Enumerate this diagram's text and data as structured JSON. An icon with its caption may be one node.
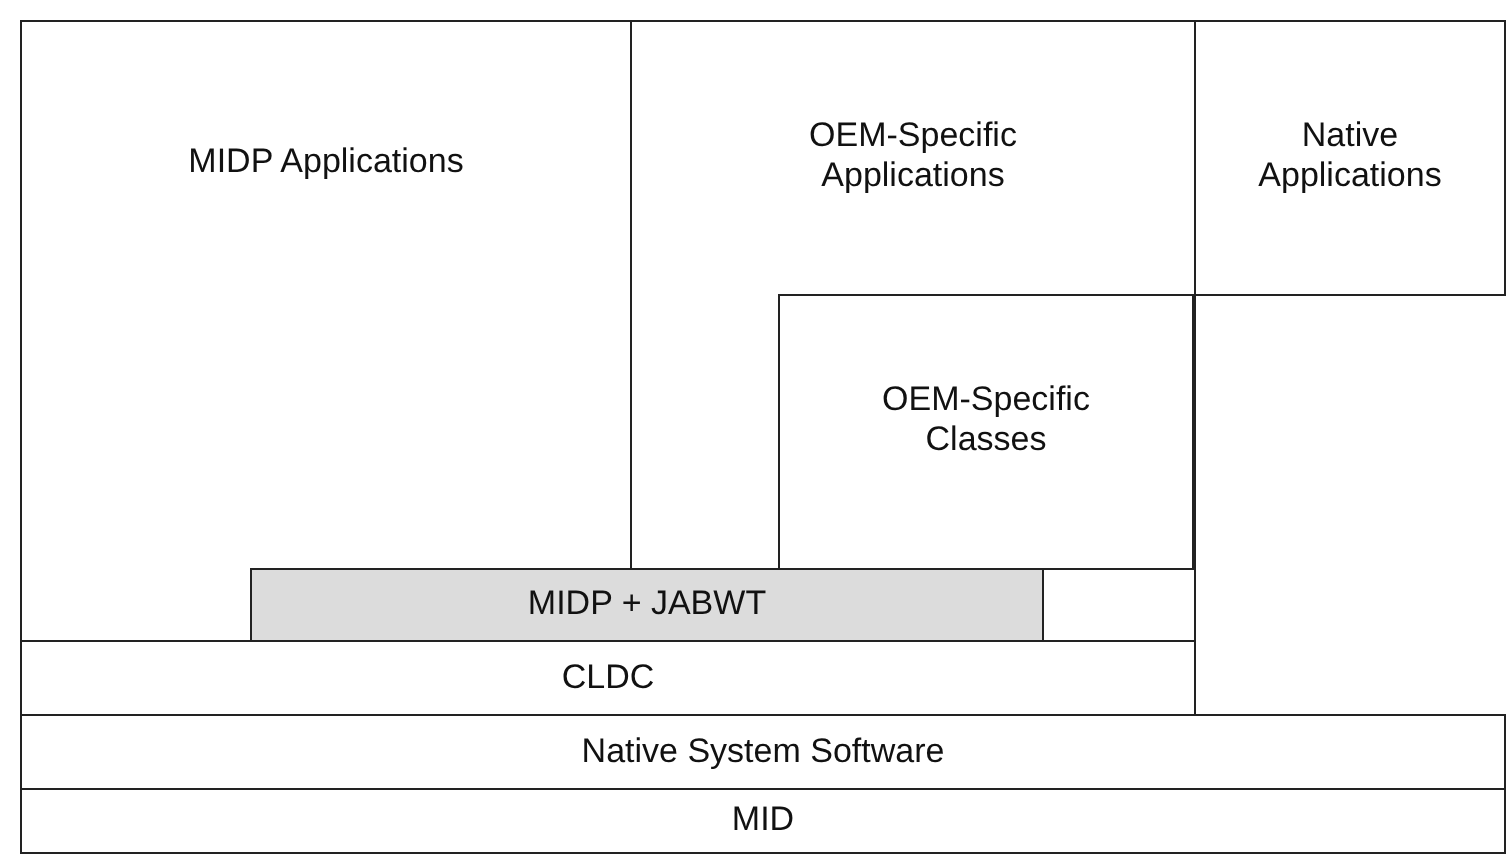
{
  "diagram": {
    "nodes": [
      {
        "text": [
          "MIDP Applications"
        ]
      },
      {
        "text": [
          "OEM-Specific Applications"
        ]
      },
      {
        "text": [
          "Native Applications"
        ]
      },
      {
        "text": [
          "OEM-Specific Classes"
        ],
        "in": 1
      },
      {
        "text": [
          "MIDP + JABWT"
        ]
      },
      {
        "text": [
          "CLDC"
        ]
      },
      {
        "text": [
          "Native System Software"
        ]
      },
      {
        "text": [
          "MID"
        ]
      }
    ],
    "edges": []
  }
}
